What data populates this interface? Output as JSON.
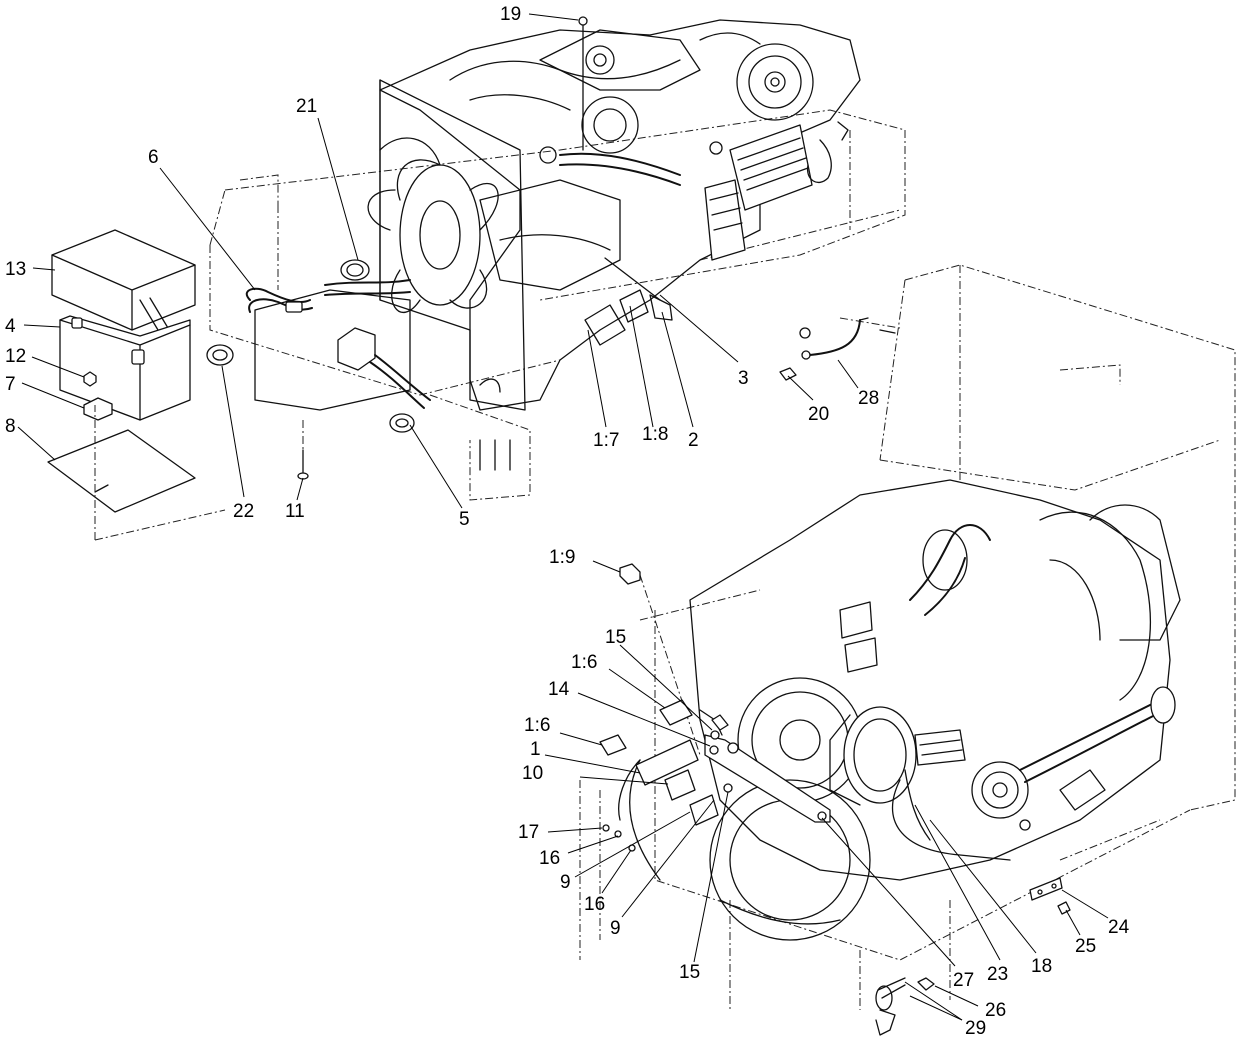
{
  "callouts": {
    "c1": "1",
    "c2": "2",
    "c3": "3",
    "c4": "4",
    "c5": "5",
    "c6": "6",
    "c7": "7",
    "c8": "8",
    "c9a": "9",
    "c9b": "9",
    "c10": "10",
    "c11": "11",
    "c12": "12",
    "c13": "13",
    "c14": "14",
    "c15a": "15",
    "c15b": "15",
    "c16a": "16",
    "c16b": "16",
    "c17": "17",
    "c18": "18",
    "c19": "19",
    "c20": "20",
    "c21": "21",
    "c22": "22",
    "c23": "23",
    "c24": "24",
    "c25": "25",
    "c26": "26",
    "c27": "27",
    "c28": "28",
    "c29": "29",
    "c1_6a": "1:6",
    "c1_6b": "1:6",
    "c1_7": "1:7",
    "c1_8": "1:8",
    "c1_9": "1:9"
  }
}
